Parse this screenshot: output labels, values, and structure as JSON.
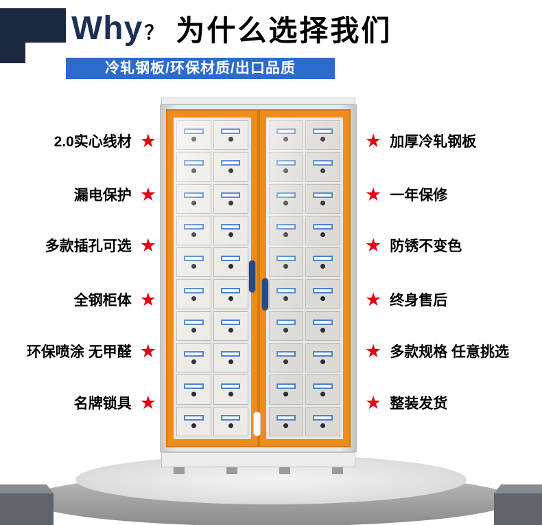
{
  "header": {
    "why": "Why",
    "question_mark": "？",
    "title": "为什么选择我们",
    "ribbon": "冷轧钢板/环保材质/出口品质"
  },
  "features": {
    "star_glyph": "★",
    "left": [
      {
        "label": "2.0实心线材"
      },
      {
        "label": "漏电保护"
      },
      {
        "label": "多款插孔可选"
      },
      {
        "label": "全钢柜体"
      },
      {
        "label": "环保喷涂 无甲醛"
      },
      {
        "label": "名牌锁具"
      }
    ],
    "right": [
      {
        "label": "加厚冷轧钢板"
      },
      {
        "label": "一年保修"
      },
      {
        "label": "防锈不变色"
      },
      {
        "label": "终身售后"
      },
      {
        "label": "多款规格 任意挑选"
      },
      {
        "label": "整装发货"
      }
    ]
  },
  "colors": {
    "navy_block": "#1b2940",
    "why_text": "#1d3054",
    "ribbon_blue": "#2b6ace",
    "star_red": "#e60012",
    "door_orange": "#ef8c1c",
    "locker_label_blue": "#4a7fd0"
  }
}
